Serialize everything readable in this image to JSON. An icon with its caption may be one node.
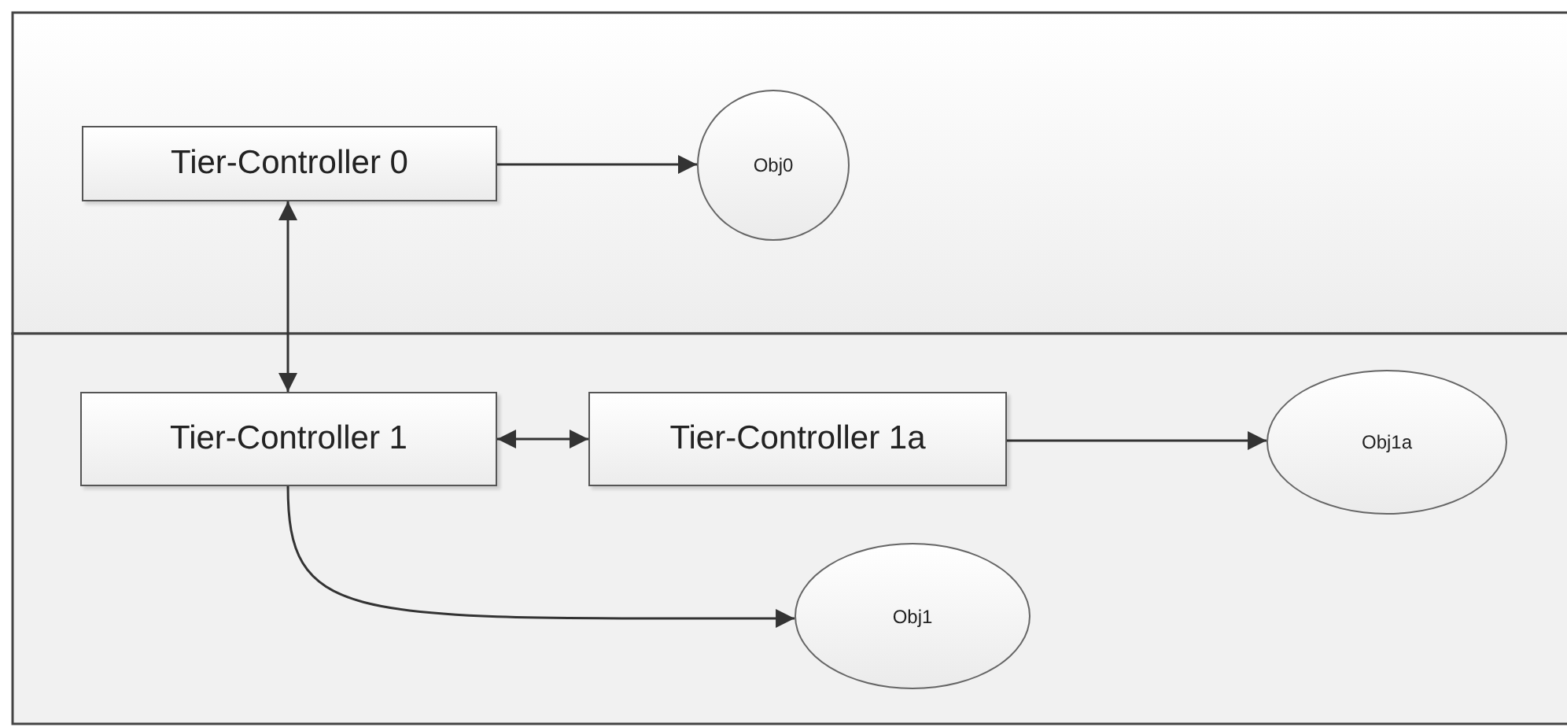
{
  "diagram": {
    "nodes": [
      {
        "text": [
          "Tier-Controller 0"
        ]
      },
      {
        "text": [
          "Obj0"
        ]
      },
      {
        "text": [
          "Tier-Controller 1"
        ]
      },
      {
        "text": [
          "Tier-Controller 1a"
        ]
      },
      {
        "text": [
          "Obj1a"
        ]
      },
      {
        "text": [
          "Obj1"
        ]
      }
    ],
    "edges": [
      {
        "from": 0,
        "to": 1,
        "arrow": "to"
      },
      {
        "from": 0,
        "to": 2,
        "arrow": "both"
      },
      {
        "from": 2,
        "to": 3,
        "arrow": "both"
      },
      {
        "from": 3,
        "to": 4,
        "arrow": "to"
      },
      {
        "from": 2,
        "to": 5,
        "arrow": "to"
      }
    ]
  }
}
